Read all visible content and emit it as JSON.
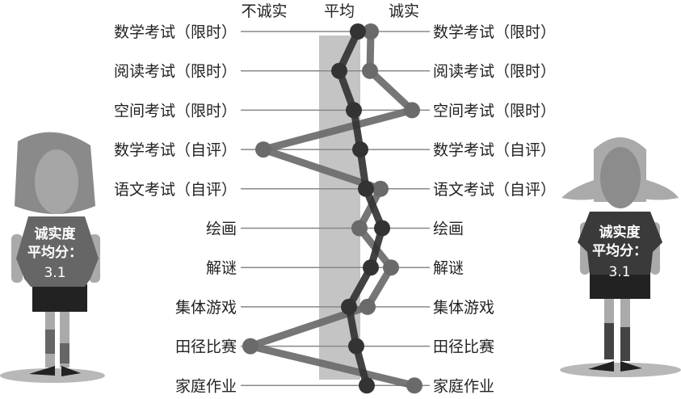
{
  "chart_data": {
    "type": "line",
    "title": "",
    "header_labels": {
      "left": "不诚实",
      "center": "平均",
      "right": "诚实"
    },
    "categories": [
      "数学考试（限时）",
      "阅读考试（限时）",
      "空间考试（限时）",
      "数学考试（自评）",
      "语文考试（自评）",
      "绘画",
      "解谜",
      "集体游戏",
      "田径比赛",
      "家庭作业"
    ],
    "average_band": [
      -2.5,
      2.6
    ],
    "xlim": [
      -12,
      11
    ],
    "series": [
      {
        "name": "left-girl",
        "color": "#6a6a6a",
        "values": [
          3.9,
          3.8,
          9.0,
          -9.4,
          5.1,
          2.5,
          6.4,
          3.5,
          -11.0,
          9.3
        ]
      },
      {
        "name": "right-girl",
        "color": "#333333",
        "values": [
          2.3,
          0.0,
          1.8,
          2.6,
          3.3,
          5.3,
          3.9,
          1.2,
          2.1,
          3.4
        ]
      }
    ]
  },
  "girls": {
    "left": {
      "line1": "诚实度",
      "line2": "平均分：",
      "score": "3.1"
    },
    "right": {
      "line1": "诚实度",
      "line2": "平均分：",
      "score": "3.1"
    }
  }
}
